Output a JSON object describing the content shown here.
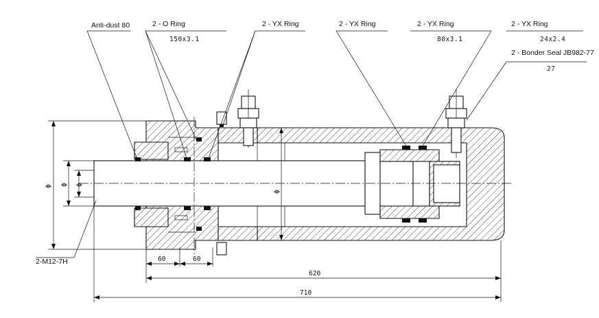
{
  "labels": {
    "anti_dust": "Anti-dust 80",
    "o_ring": "2 - O Ring",
    "o_ring_spec": "150x3.1",
    "yx_ring_1": "2 - YX Ring",
    "yx_ring_2": "2 - YX Ring",
    "yx_ring_3": "2 - YX Ring",
    "yx_ring_3_spec": "80x3.1",
    "yx_ring_4": "2 - YX Ring",
    "yx_ring_4_spec": "24x2.4",
    "bonder_seal": "2 - Bonder Seal JB982-77",
    "bonder_seal_spec": "27",
    "thread": "2-M12-7H"
  },
  "dimensions": {
    "d1": "60",
    "d2": "60",
    "stroke_len": "620",
    "total_len": "710",
    "dia_symbol": "ϕ"
  }
}
